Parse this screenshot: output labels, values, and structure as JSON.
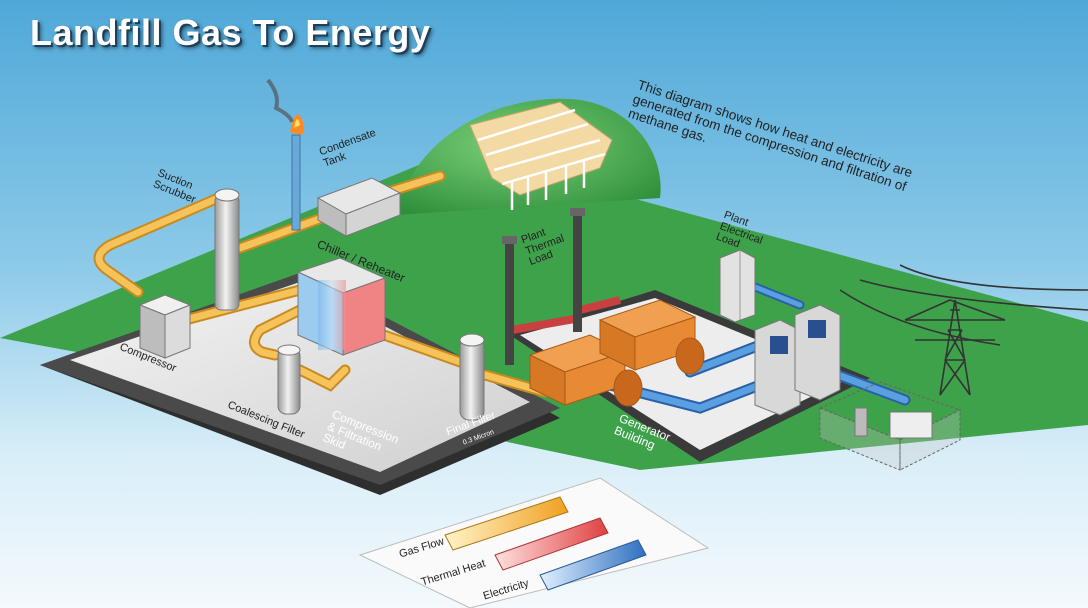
{
  "title": "Landfill Gas To Energy",
  "description": "This diagram shows how heat and electricity are generated from the compression and filtration of methane gas.",
  "labels": {
    "suction_scrubber": "Suction\nScrubber",
    "condensate_tank": "Condensate\nTank",
    "chiller_reheater": "Chiller / Reheater",
    "compressor": "Compressor",
    "coalescing_filter": "Coalescing Filter",
    "compression_skid": "Compression\n& Filtration\nSkid",
    "final_filter": "Final Filter",
    "final_filter_spec": "0.3 Micron",
    "plant_thermal_load": "Plant\nThermal\nLoad",
    "plant_electrical_load": "Plant\nElectrical\nLoad",
    "generator_building": "Generator\nBuilding"
  },
  "legend": {
    "gas_flow": "Gas Flow",
    "thermal_heat": "Thermal Heat",
    "electricity": "Electricity"
  },
  "colors": {
    "gas_flow": "#f0b43c",
    "thermal_heat": "#e85a5a",
    "electricity": "#3f86d0",
    "grass": "#3da04a",
    "platform": "#3a3a3a"
  }
}
